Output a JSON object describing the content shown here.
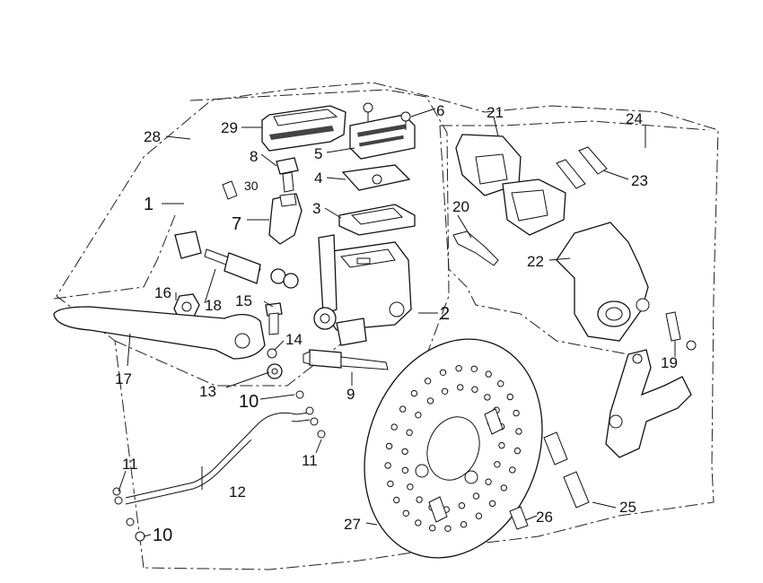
{
  "diagram": {
    "callouts": [
      "1",
      "2",
      "3",
      "4",
      "5",
      "6",
      "7",
      "8",
      "9",
      "10",
      "10",
      "11",
      "11",
      "12",
      "13",
      "14",
      "15",
      "16",
      "17",
      "18",
      "19",
      "20",
      "21",
      "22",
      "23",
      "24",
      "25",
      "26",
      "27",
      "28",
      "29",
      "30"
    ]
  }
}
